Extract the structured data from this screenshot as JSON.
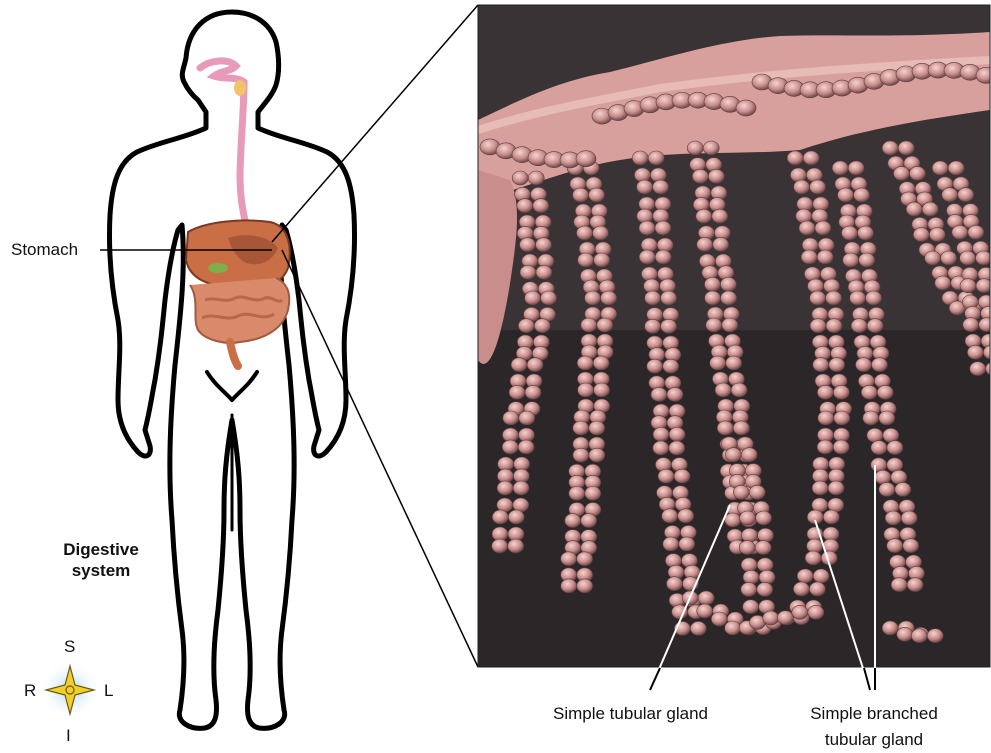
{
  "labels": {
    "stomach": "Stomach",
    "system_line1": "Digestive",
    "system_line2": "system",
    "gland_simple": "Simple tubular gland",
    "gland_branched_line1": "Simple branched",
    "gland_branched_line2": "tubular gland"
  },
  "compass": {
    "superior": "S",
    "inferior": "I",
    "right": "R",
    "left": "L"
  },
  "colors": {
    "organ": "#c96e45",
    "esophagus": "#e79ab9",
    "micrograph_bg": "#2f2a2c",
    "tissue": "#d9a3a1"
  }
}
